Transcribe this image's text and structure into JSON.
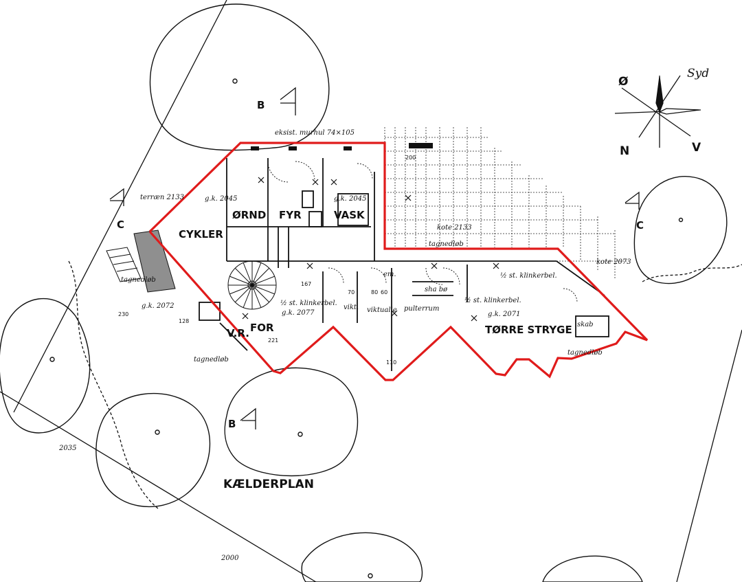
{
  "title": "KÆLDERPLAN",
  "rooms": {
    "cykler": "CYKLER",
    "orand": "ØRND",
    "fyr": "FYR",
    "vask": "VASK",
    "for": "FOR",
    "vr": "V.R.",
    "torre_stryge": "TØRRE STRYGE",
    "skab": "skab",
    "viktualie": "viktualie",
    "pulterrum": "pulterrum",
    "vikt": "vikt."
  },
  "annotations": {
    "eksist_murhul": "eksist. murhul 74×105",
    "terraen": "terræn 2133",
    "gk_2045_a": "g.k. 2045",
    "gk_2045_b": "g.k. 2045",
    "kote_2133": "kote 2133",
    "kote_2073": "kote 2073",
    "tagnedlob_1": "tagnedløb",
    "tagnedlob_2": "tagnedløb",
    "tagnedlob_3": "tagnedløb",
    "tagnedlob_4": "tagnedløb",
    "gk_2072": "g.k. 2072",
    "gk_2077": "g.k. 2077",
    "gk_2071": "g.k. 2071",
    "klinkerbel_1": "½ st. klinkerbel.",
    "klinkerbel_2": "½ st. klinkerbel.",
    "klinkerbel_3": "½ st. klinkerbel.",
    "sha_be": "sha  bø",
    "em": "em.",
    "dim_200": "200",
    "dim_167": "167",
    "dim_110": "110",
    "dim_221": "221",
    "dim_80": "80",
    "dim_70": "70",
    "dim_60": "60",
    "dim_230": "230",
    "dim_128": "128",
    "level_2035": "2035",
    "level_2000": "2000"
  },
  "section_marks": {
    "b_top": "B",
    "b_bottom": "B",
    "c_left": "C",
    "c_right": "C"
  },
  "compass": {
    "north": "N",
    "east": "Ø",
    "south": "Syd",
    "west": "V"
  },
  "colors": {
    "outline": "#e01b1b",
    "ink": "#111111",
    "paper": "#ffffff"
  }
}
